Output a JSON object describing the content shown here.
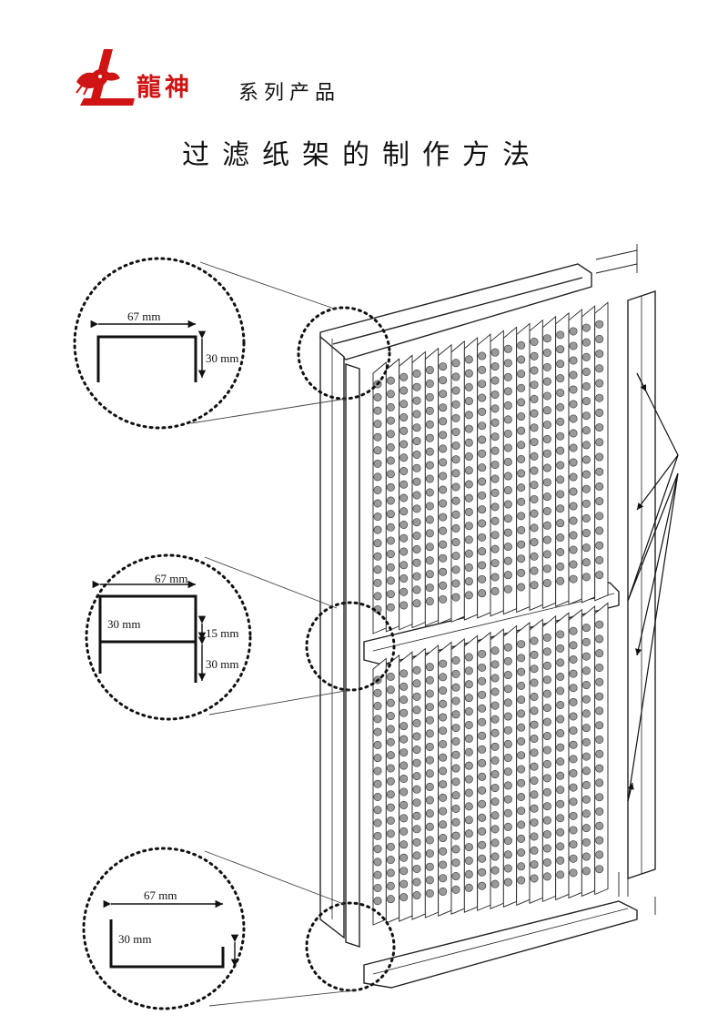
{
  "brand": {
    "name": "龍神",
    "series": "系列产品"
  },
  "title": "过滤纸架的制作方法",
  "details": {
    "top": {
      "width_label": "67 mm",
      "height_label": "30 mm"
    },
    "middle": {
      "width_label": "67 mm",
      "height_label": "30 mm",
      "lip_label": "15 mm",
      "lower_label": "30 mm"
    },
    "bottom": {
      "width_label": "67 mm",
      "height_label": "30 mm"
    }
  },
  "colors": {
    "brand_red": "#d01414",
    "line": "#222222",
    "hole": "#9a9a9a"
  }
}
